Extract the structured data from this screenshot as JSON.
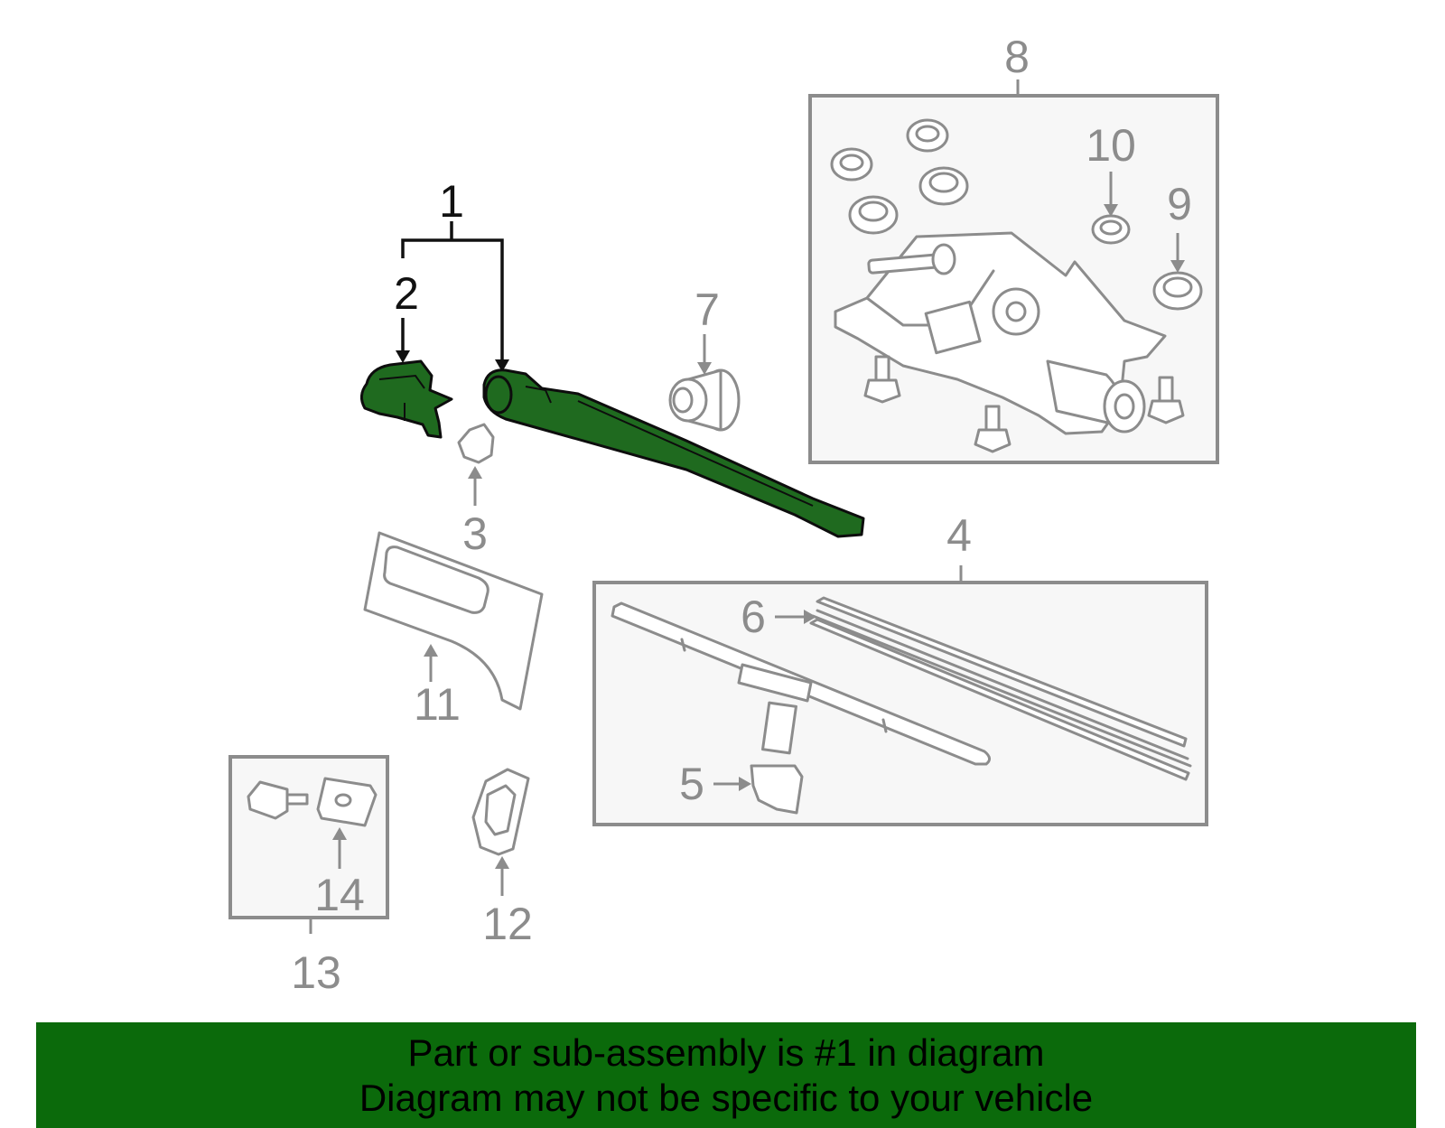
{
  "colors": {
    "highlight": "#1f6a1f",
    "banner_bg": "#0b6a0b",
    "line_gray": "#8c8c8c",
    "box_fill": "#f7f7f7"
  },
  "callouts": {
    "c1": "1",
    "c2": "2",
    "c3": "3",
    "c4": "4",
    "c5": "5",
    "c6": "6",
    "c7": "7",
    "c8": "8",
    "c9": "9",
    "c10": "10",
    "c11": "11",
    "c12": "12",
    "c13": "13",
    "c14": "14"
  },
  "banner": {
    "line1": "Part or sub-assembly is #1 in diagram",
    "line2": "Diagram may not be specific to your vehicle"
  }
}
